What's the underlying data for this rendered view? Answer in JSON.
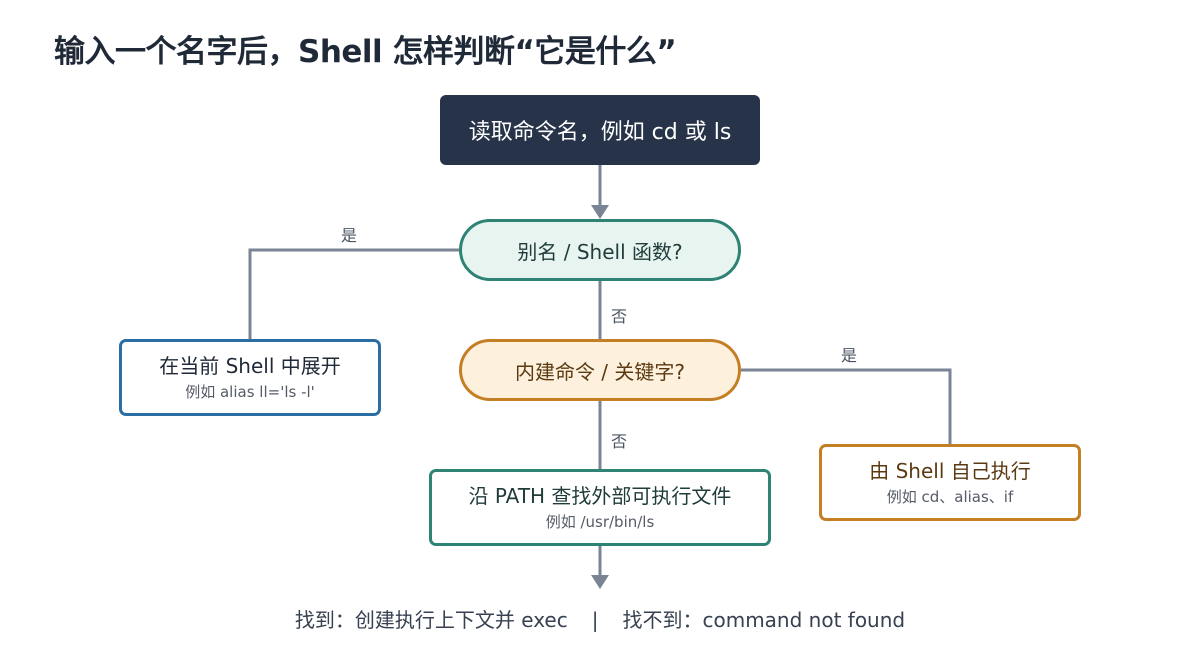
{
  "title": "输入一个名字后，Shell 怎样判断“它是什么”",
  "nodes": {
    "start": {
      "label": "读取命令名，例如 cd 或 ls"
    },
    "alias_check": {
      "label": "别名 / Shell 函数?"
    },
    "builtin_check": {
      "label": "内建命令 / 关键字?"
    },
    "expand": {
      "label": "在当前 Shell 中展开",
      "example": "例如 alias ll='ls -l'"
    },
    "path_search": {
      "label": "沿 PATH 查找外部可执行文件",
      "example": "例如 /usr/bin/ls"
    },
    "shell_exec": {
      "label": "由 Shell 自己执行",
      "example": "例如 cd、alias、if"
    }
  },
  "edges": {
    "yes_label": "是",
    "no_label": "否"
  },
  "footer": {
    "found": "找到：创建执行上下文并 exec",
    "separator": "|",
    "not_found": "找不到：command not found"
  },
  "colors": {
    "dark_node": "#263349",
    "teal": "#2f8374",
    "blue": "#2a6ea3",
    "amber": "#c47f24",
    "connector": "#7a8494"
  }
}
